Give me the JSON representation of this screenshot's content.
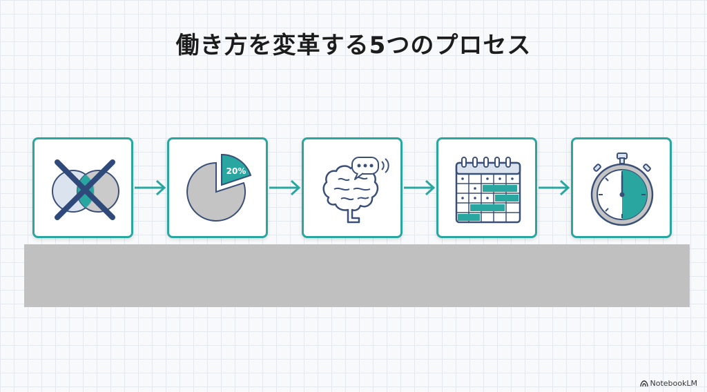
{
  "title": "働き方を変革する5つのプロセス",
  "steps": [
    {
      "icon": "crossed-out-venn-diagram-icon"
    },
    {
      "icon": "pie-chart-20-percent-icon",
      "label": "20%"
    },
    {
      "icon": "brain-speech-bubble-icon"
    },
    {
      "icon": "calendar-schedule-icon"
    },
    {
      "icon": "stopwatch-icon"
    }
  ],
  "arrows": [
    "arrow-right-icon",
    "arrow-right-icon",
    "arrow-right-icon",
    "arrow-right-icon"
  ],
  "badge": {
    "text": "NotebookLM"
  },
  "colors": {
    "accent": "#2aa6a0",
    "navy": "#3a4f78",
    "gray": "#c4c4c4",
    "cover": "#c0c0c0"
  }
}
